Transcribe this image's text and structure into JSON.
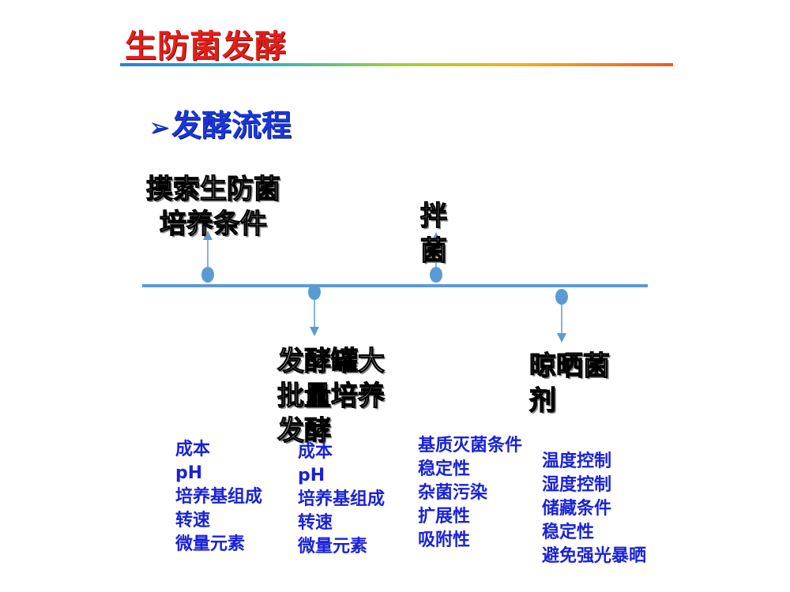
{
  "title": "生防菌发酵",
  "subtitle": {
    "bullet": "➢",
    "text": "发酵流程"
  },
  "stages": [
    {
      "lines": [
        "摸索生防菌",
        "培养条件"
      ]
    },
    {
      "lines": [
        "发酵罐大",
        "批量培养",
        "发酵"
      ]
    },
    {
      "lines": [
        "拌",
        "菌"
      ]
    },
    {
      "lines": [
        "晾晒菌",
        "剂"
      ]
    }
  ],
  "notes": [
    [
      "成本",
      "pH",
      "培养基组成",
      "转速",
      "微量元素"
    ],
    [
      "成本",
      "pH",
      "培养基组成",
      "转速",
      "微量元素"
    ],
    [
      "基质灭菌条件",
      "稳定性",
      "杂菌污染",
      "扩展性",
      "吸附性"
    ],
    [
      "温度控制",
      "湿度控制",
      "储藏条件",
      "稳定性",
      "避免强光暴晒"
    ]
  ],
  "colors": {
    "title": "#e0201a",
    "subtitle": "#1a37d8",
    "line": "#5b9bd5",
    "notes": "#1a22d6"
  }
}
